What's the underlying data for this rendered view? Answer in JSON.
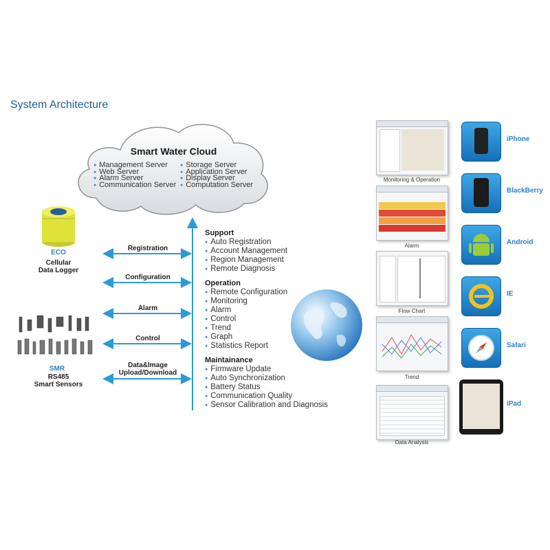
{
  "title": "System Architecture",
  "cloud": {
    "title": "Smart Water Cloud",
    "left_items": [
      "Management Server",
      "Web Server",
      "Alarm Server",
      "Communication Server"
    ],
    "right_items": [
      "Storage Server",
      "Application Server",
      "Display Server",
      "Computation Server"
    ]
  },
  "devices_left": {
    "eco_name": "ECO",
    "eco_desc_1": "Cellular",
    "eco_desc_2": "Data Logger",
    "smr_name": "SMR",
    "smr_desc_1": "RS485",
    "smr_desc_2": "Smart Sensors"
  },
  "links": [
    "Registration",
    "Configuration",
    "Alarm",
    "Control",
    "Data&Image",
    "Upload/Download"
  ],
  "sections": {
    "support": {
      "head": "Support",
      "items": [
        "Auto Registration",
        "Account Management",
        "Region Management",
        "Remote Diagnosis"
      ]
    },
    "operation": {
      "head": "Operation",
      "items": [
        "Remote Configuration",
        "Monitoring",
        "Alarm",
        "Control",
        "Trend",
        "Graph",
        "Statistics Report"
      ]
    },
    "maintenance": {
      "head": "Maintainance",
      "items": [
        "Firmware Update",
        "Auto Synchronization",
        "Battery Status",
        "Communication Quality",
        "Sensor Calibration and Diagnosis"
      ]
    }
  },
  "screenshots": [
    "Monitoring & Operation",
    "Alarm",
    "Flow Chart",
    "Trend",
    "Data Analysis"
  ],
  "clients": [
    "iPhone",
    "BlackBerry",
    "Android",
    "IE",
    "Safari",
    "iPad"
  ],
  "colors": {
    "accent": "#2a8fd2",
    "title": "#1e5f93",
    "arrow": "#2a9ad8"
  }
}
